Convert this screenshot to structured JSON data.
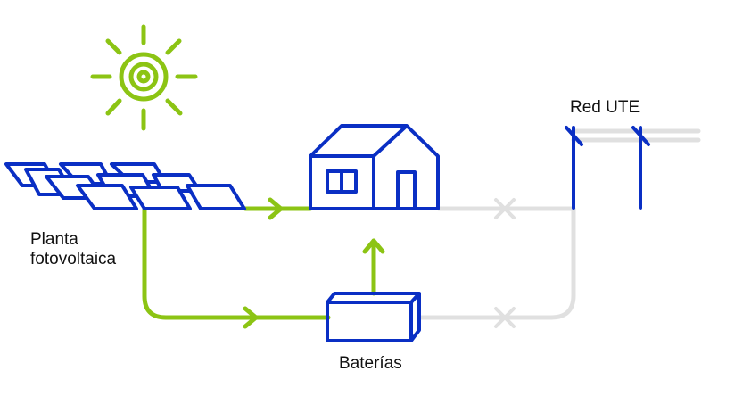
{
  "labels": {
    "plant_line1": "Planta",
    "plant_line2": "fotovoltaica",
    "grid": "Red UTE",
    "batteries": "Baterías"
  },
  "colors": {
    "green": "#8cc414",
    "blue": "#0a2fc4",
    "gray": "#e0e0e0",
    "text": "#111111"
  },
  "icons": [
    "sun-icon",
    "solar-panels-icon",
    "house-icon",
    "battery-icon",
    "utility-poles-icon",
    "blocked-x-icon"
  ]
}
